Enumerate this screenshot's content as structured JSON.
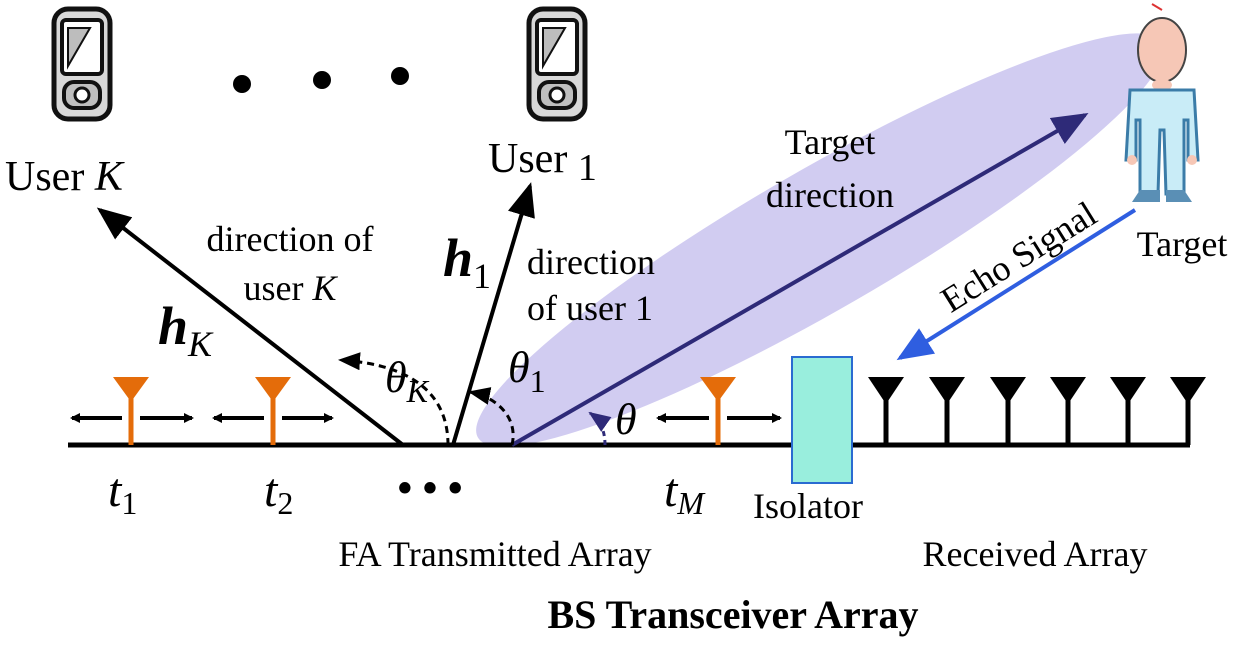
{
  "diagram": {
    "title": "BS Transceiver Array",
    "tx_array_label": "FA Transmitted Array",
    "rx_array_label": "Received Array",
    "isolator_label": "Isolator",
    "target_label": "Target",
    "echo_label": "Echo Signal",
    "target_direction_line1": "Target",
    "target_direction_line2": "direction",
    "users": {
      "user_k": {
        "prefix": "User ",
        "index": "K"
      },
      "user_1": {
        "prefix": "User ",
        "index": "1"
      },
      "ellipsis": "• • •"
    },
    "direction_k_line1": "direction of",
    "direction_k_line2_prefix": "user ",
    "direction_k_line2_index": "K",
    "direction_1_line1": "direction",
    "direction_1_line2": "of user 1",
    "channel_k": {
      "symbol": "h",
      "sub": "K"
    },
    "channel_1": {
      "symbol": "h",
      "sub": "1"
    },
    "angle_k": {
      "symbol": "θ",
      "sub": "K"
    },
    "angle_1": {
      "symbol": "θ",
      "sub": "1"
    },
    "angle_target": "θ",
    "positions": [
      {
        "symbol": "t",
        "sub": "1"
      },
      {
        "symbol": "t",
        "sub": "2"
      },
      {
        "symbol": "t",
        "sub": "M"
      }
    ],
    "position_ellipsis": "• • •",
    "colors": {
      "fa_antenna": "#e46c0a",
      "beam": "#c9c3ee",
      "target_arrow": "#2e2a78",
      "echo": "#2f5ee0",
      "isolator": "#99eedd",
      "isolator_border": "#2a6bd1"
    },
    "icons": [
      "mobile-phone-icon",
      "person-target-icon",
      "antenna-icon"
    ]
  }
}
